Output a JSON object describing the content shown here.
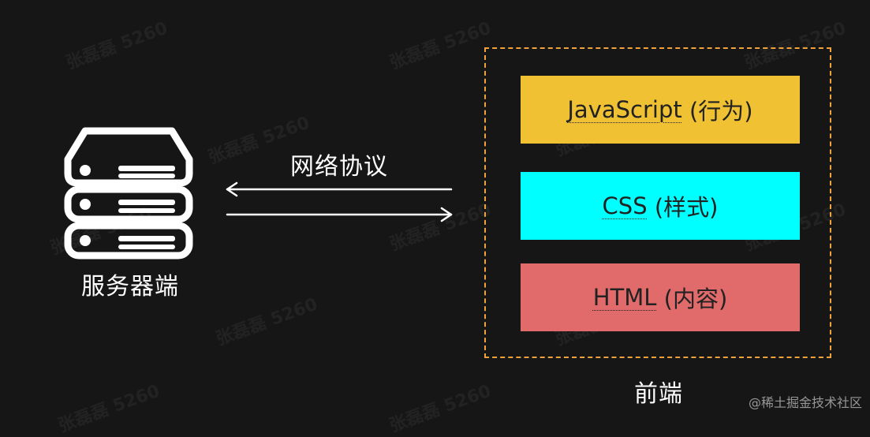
{
  "watermark": "张磊磊 5260",
  "server": {
    "label": "服务器端"
  },
  "protocol": {
    "label": "网络协议"
  },
  "frontend": {
    "label": "前端",
    "layers": {
      "js": {
        "keyword": "JavaScript",
        "suffix": " (行为)"
      },
      "css": {
        "keyword": "CSS",
        "suffix": " (样式)"
      },
      "html": {
        "keyword": "HTML",
        "suffix": " (内容)"
      }
    }
  },
  "credit": "@稀土掘金技术社区",
  "colors": {
    "background": "#161616",
    "frame_border": "#f0a33a",
    "js_layer": "#f0c233",
    "css_layer": "#00ffff",
    "html_layer": "#e16a6a"
  }
}
